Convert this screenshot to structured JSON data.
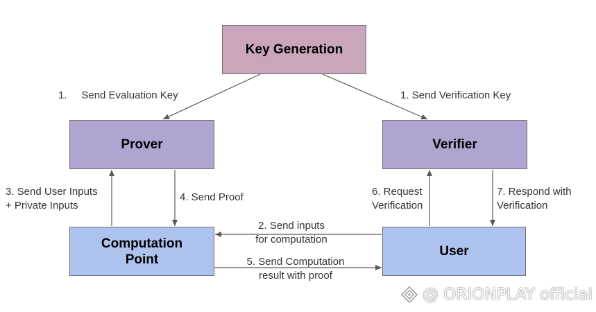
{
  "nodes": {
    "key_generation": "Key Generation",
    "prover": "Prover",
    "verifier": "Verifier",
    "computation_point": "Computation\nPoint",
    "user": "User"
  },
  "edges": {
    "send_evaluation_key": "1.     Send Evaluation Key",
    "send_verification_key": "1. Send Verification Key",
    "send_user_inputs": "3. Send User Inputs\n+ Private Inputs",
    "send_proof": "4. Send Proof",
    "request_verification": "6. Request\nVerification",
    "respond_with_verification": "7. Respond with\nVerification",
    "send_inputs_for_computation": "2. Send inputs\nfor computation",
    "send_computation_result": "5. Send Computation\nresult with proof"
  },
  "watermark": {
    "text": "@ ORIONPLAY official",
    "icon": "diamond-logo-icon"
  },
  "colors": {
    "key_generation": "#c9a6bb",
    "prover_verifier": "#b0a5d1",
    "computation_user": "#aec2ee",
    "arrow": "#595959"
  }
}
